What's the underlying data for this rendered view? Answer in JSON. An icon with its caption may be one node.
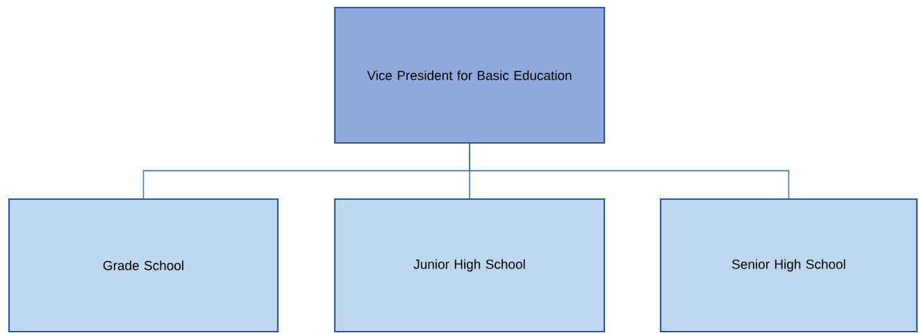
{
  "diagram": {
    "nodes": [
      {
        "text": [
          "Vice President for Basic Education"
        ]
      },
      {
        "text": [
          "Grade School"
        ]
      },
      {
        "text": [
          "Junior High School"
        ]
      },
      {
        "text": [
          "Senior High School"
        ]
      }
    ],
    "edges": [
      {
        "from": 0,
        "to": 1,
        "arrow": "none"
      },
      {
        "from": 0,
        "to": 2,
        "arrow": "none"
      },
      {
        "from": 0,
        "to": 3,
        "arrow": "none"
      }
    ]
  }
}
